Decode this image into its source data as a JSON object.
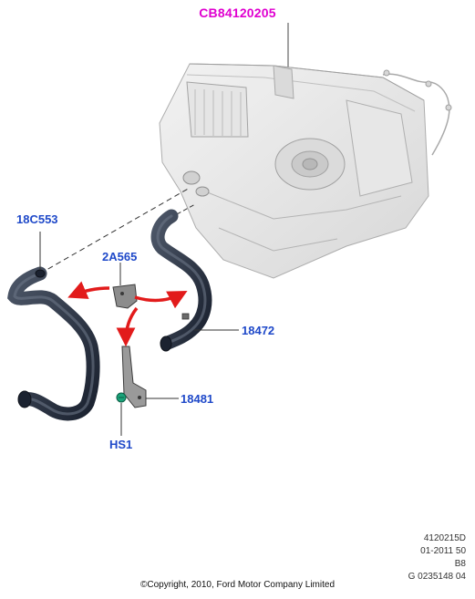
{
  "diagram": {
    "doc_id": "CB84120205",
    "callouts": {
      "hose_left": "18C553",
      "bracket": "2A565",
      "hose_right": "18472",
      "clip_bracket": "18481",
      "screw": "HS1"
    },
    "meta": {
      "line1": "4120215D",
      "line2": "01-2011 50",
      "line3": "B8",
      "line4": "G 0235148 04"
    },
    "copyright": "©Copyright, 2010, Ford Motor Company Limited"
  },
  "colors": {
    "doc_id": "#e000d0",
    "callout": "#1f49c9",
    "arrow": "#e21b1b",
    "hose": "#2a3140",
    "screw": "#1aa37a"
  },
  "icons": {
    "hvac_module": "hvac-module-illustration",
    "hose": "hose-illustration",
    "bracket": "bracket-illustration",
    "screw": "screw-illustration",
    "arrow": "red-curved-arrow"
  }
}
